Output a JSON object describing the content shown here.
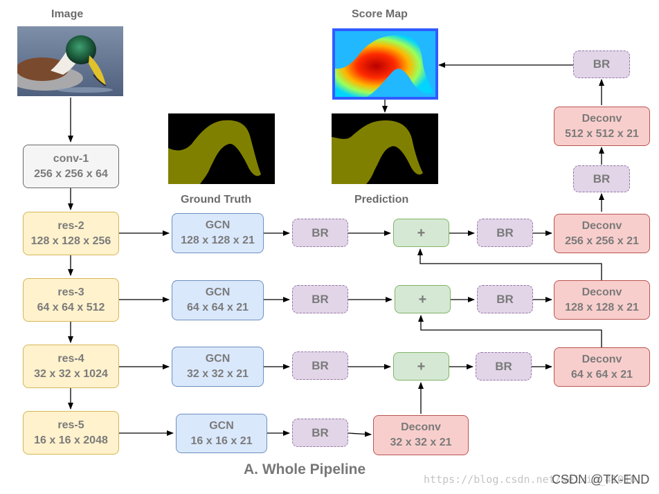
{
  "labels": {
    "image": "Image",
    "score_map": "Score Map",
    "ground_truth": "Ground Truth",
    "prediction": "Prediction"
  },
  "nodes": {
    "conv1": {
      "name": "conv-1",
      "size": "256 x 256 x 64"
    },
    "res2": {
      "name": "res-2",
      "size": "128 x 128 x 256"
    },
    "res3": {
      "name": "res-3",
      "size": "64 x 64 x 512"
    },
    "res4": {
      "name": "res-4",
      "size": "32 x 32 x 1024"
    },
    "res5": {
      "name": "res-5",
      "size": "16 x 16 x 2048"
    },
    "gcn2": {
      "name": "GCN",
      "size": "128 x 128 x 21"
    },
    "gcn3": {
      "name": "GCN",
      "size": "64 x 64 x 21"
    },
    "gcn4": {
      "name": "GCN",
      "size": "32 x 32 x 21"
    },
    "gcn5": {
      "name": "GCN",
      "size": "16 x 16 x 21"
    },
    "br_label": "BR",
    "plus_label": "+",
    "deconv5": {
      "name": "Deconv",
      "size": "32 x 32 x 21"
    },
    "deconv4": {
      "name": "Deconv",
      "size": "64 x 64 x 21"
    },
    "deconv3": {
      "name": "Deconv",
      "size": "128 x 128 x 21"
    },
    "deconv2": {
      "name": "Deconv",
      "size": "256 x 256 x 21"
    },
    "deconvTop": {
      "name": "Deconv",
      "size": "512 x 512 x 21"
    }
  },
  "caption": "A. Whole Pipeline",
  "watermark": {
    "url": "https://blog.csdn.net/weixin_41010",
    "brand": "CSDN @TK-END"
  },
  "colors": {
    "gray_fill": "#f5f5f5",
    "yellow_fill": "#fff2cc",
    "blue_fill": "#dae8fc",
    "purple_fill": "#e1d5e7",
    "green_fill": "#d5e8d4",
    "red_fill": "#f8cecc",
    "mask_color": "#808000",
    "mask_background": "#000000"
  }
}
